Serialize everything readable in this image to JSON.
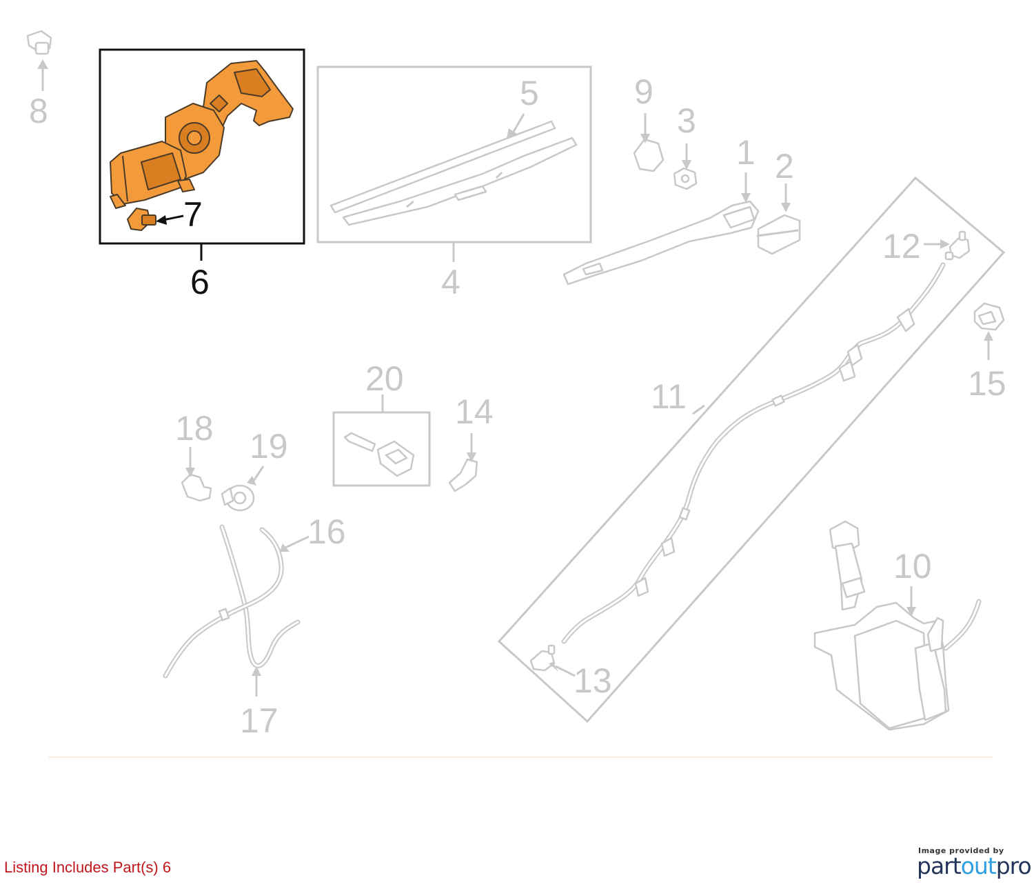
{
  "callouts": [
    {
      "id": "part-1",
      "label": "1",
      "highlighted": false
    },
    {
      "id": "part-2",
      "label": "2",
      "highlighted": false
    },
    {
      "id": "part-3",
      "label": "3",
      "highlighted": false
    },
    {
      "id": "part-4",
      "label": "4",
      "highlighted": false
    },
    {
      "id": "part-5",
      "label": "5",
      "highlighted": false
    },
    {
      "id": "part-6",
      "label": "6",
      "highlighted": true
    },
    {
      "id": "part-7",
      "label": "7",
      "highlighted": true
    },
    {
      "id": "part-8",
      "label": "8",
      "highlighted": false
    },
    {
      "id": "part-9",
      "label": "9",
      "highlighted": false
    },
    {
      "id": "part-10",
      "label": "10",
      "highlighted": false
    },
    {
      "id": "part-11",
      "label": "11",
      "highlighted": false
    },
    {
      "id": "part-12",
      "label": "12",
      "highlighted": false
    },
    {
      "id": "part-13",
      "label": "13",
      "highlighted": false
    },
    {
      "id": "part-14",
      "label": "14",
      "highlighted": false
    },
    {
      "id": "part-15",
      "label": "15",
      "highlighted": false
    },
    {
      "id": "part-16",
      "label": "16",
      "highlighted": false
    },
    {
      "id": "part-17",
      "label": "17",
      "highlighted": false
    },
    {
      "id": "part-18",
      "label": "18",
      "highlighted": false
    },
    {
      "id": "part-19",
      "label": "19",
      "highlighted": false
    },
    {
      "id": "part-20",
      "label": "20",
      "highlighted": false
    }
  ],
  "footer": {
    "listing_note": "Listing Includes Part(s) 6",
    "credit_small": "Image provided by",
    "credit_logo_a": "part",
    "credit_logo_b": "out",
    "credit_logo_c": "pro"
  },
  "colors": {
    "highlight_part": "#f39a3a",
    "faded_line": "#c8c8c8",
    "note_red": "#c0151b",
    "logo_navy": "#24355c",
    "logo_blue": "#2e9fe0"
  }
}
